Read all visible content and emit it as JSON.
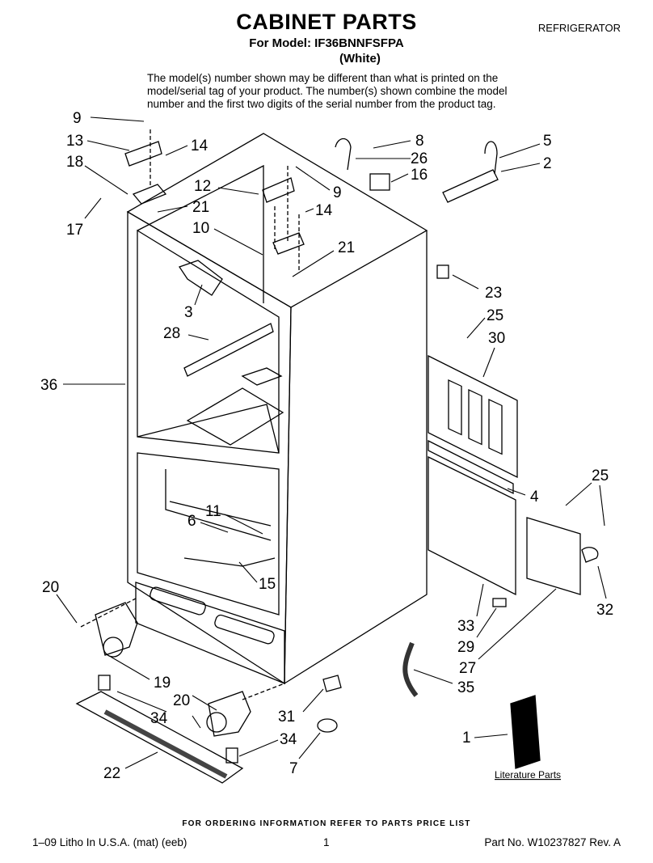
{
  "header": {
    "title": "CABINET PARTS",
    "model": "For Model: IF36BNNFSFPA",
    "color": "(White)",
    "category": "REFRIGERATOR",
    "note": "The model(s) number shown may be different than what is printed on the model/serial tag of your product. The number(s) shown combine the model number and the first two digits of the serial number from the product tag."
  },
  "diagram": {
    "callouts": [
      "9",
      "13",
      "18",
      "17",
      "14",
      "12",
      "21",
      "10",
      "9",
      "14",
      "21",
      "8",
      "26",
      "16",
      "5",
      "2",
      "23",
      "25",
      "30",
      "3",
      "28",
      "36",
      "4",
      "25",
      "32",
      "6",
      "11",
      "15",
      "20",
      "33",
      "29",
      "27",
      "35",
      "19",
      "20",
      "34",
      "31",
      "34",
      "22",
      "7",
      "1"
    ],
    "literature_label": "Literature Parts"
  },
  "footer": {
    "ordering": "FOR ORDERING INFORMATION REFER TO PARTS PRICE LIST",
    "left": "1–09 Litho In U.S.A. (mat) (eeb)",
    "center": "1",
    "right": "Part No. W10237827 Rev. A"
  }
}
